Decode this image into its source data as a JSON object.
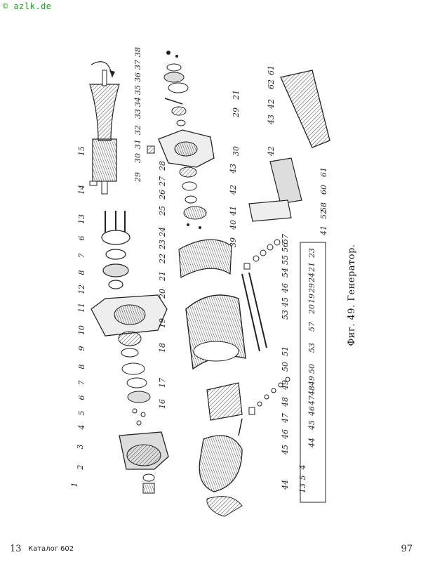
{
  "watermark": "© azlk.de",
  "caption": "Фиг. 49. Генератор.",
  "footer": {
    "page_left": "13",
    "catalog_label": "Каталог",
    "catalog_number": "602",
    "page_right": "97"
  },
  "callouts": [
    {
      "key": "c1",
      "label": "1"
    },
    {
      "key": "c2",
      "label": "2"
    },
    {
      "key": "c3",
      "label": "3"
    },
    {
      "key": "c4",
      "label": "4"
    },
    {
      "key": "c5",
      "label": "5"
    },
    {
      "key": "c6",
      "label": "6"
    },
    {
      "key": "c7",
      "label": "7"
    },
    {
      "key": "c8",
      "label": "8"
    },
    {
      "key": "c9",
      "label": "9"
    },
    {
      "key": "c10",
      "label": "10"
    },
    {
      "key": "c11",
      "label": "11"
    },
    {
      "key": "c12",
      "label": "12"
    },
    {
      "key": "c8b",
      "label": "8"
    },
    {
      "key": "c7b",
      "label": "7"
    },
    {
      "key": "c6b",
      "label": "6"
    },
    {
      "key": "c13",
      "label": "13"
    },
    {
      "key": "c14",
      "label": "14"
    },
    {
      "key": "c15",
      "label": "15"
    },
    {
      "key": "c16",
      "label": "16"
    },
    {
      "key": "c17",
      "label": "17"
    },
    {
      "key": "c18",
      "label": "18"
    },
    {
      "key": "c19",
      "label": "19"
    },
    {
      "key": "c20",
      "label": "20"
    },
    {
      "key": "c21",
      "label": "21"
    },
    {
      "key": "c22",
      "label": "22"
    },
    {
      "key": "c23",
      "label": "23"
    },
    {
      "key": "c24",
      "label": "24"
    },
    {
      "key": "c25",
      "label": "25"
    },
    {
      "key": "c26",
      "label": "26"
    },
    {
      "key": "c27",
      "label": "27"
    },
    {
      "key": "c28",
      "label": "28"
    },
    {
      "key": "c29",
      "label": "29"
    },
    {
      "key": "c30",
      "label": "30"
    },
    {
      "key": "c31",
      "label": "31"
    },
    {
      "key": "c32",
      "label": "32"
    },
    {
      "key": "c33",
      "label": "33"
    },
    {
      "key": "c34",
      "label": "34"
    },
    {
      "key": "c35",
      "label": "35"
    },
    {
      "key": "c36",
      "label": "36"
    },
    {
      "key": "c37",
      "label": "37"
    },
    {
      "key": "c38",
      "label": "38"
    },
    {
      "key": "c21b",
      "label": "21"
    },
    {
      "key": "c29b",
      "label": "29"
    },
    {
      "key": "c30b",
      "label": "30"
    },
    {
      "key": "c39",
      "label": "39"
    },
    {
      "key": "c40",
      "label": "40"
    },
    {
      "key": "c41",
      "label": "41"
    },
    {
      "key": "c42",
      "label": "42"
    },
    {
      "key": "c43",
      "label": "43"
    },
    {
      "key": "c42b",
      "label": "42"
    },
    {
      "key": "c43b",
      "label": "43"
    },
    {
      "key": "c42c",
      "label": "42"
    },
    {
      "key": "c61",
      "label": "61"
    },
    {
      "key": "c62",
      "label": "62"
    },
    {
      "key": "c61b",
      "label": "61"
    },
    {
      "key": "c60",
      "label": "60"
    },
    {
      "key": "c58",
      "label": "58"
    },
    {
      "key": "c52",
      "label": "52"
    },
    {
      "key": "c41b",
      "label": "41"
    },
    {
      "key": "c45",
      "label": "45"
    },
    {
      "key": "c46",
      "label": "46"
    },
    {
      "key": "c53",
      "label": "53"
    },
    {
      "key": "c54",
      "label": "54"
    },
    {
      "key": "c55",
      "label": "55"
    },
    {
      "key": "c56",
      "label": "56"
    },
    {
      "key": "c57",
      "label": "57"
    },
    {
      "key": "c51",
      "label": "51"
    },
    {
      "key": "c50",
      "label": "50"
    },
    {
      "key": "c49",
      "label": "49"
    },
    {
      "key": "c48",
      "label": "48"
    },
    {
      "key": "c47",
      "label": "47"
    },
    {
      "key": "c46b",
      "label": "46"
    },
    {
      "key": "c45b",
      "label": "45"
    },
    {
      "key": "c44",
      "label": "44"
    }
  ],
  "kit_labels": [
    {
      "key": "k13",
      "label": "13"
    },
    {
      "key": "k5",
      "label": "5"
    },
    {
      "key": "k4",
      "label": "4"
    },
    {
      "key": "k44",
      "label": "44"
    },
    {
      "key": "k45",
      "label": "45"
    },
    {
      "key": "k46",
      "label": "46"
    },
    {
      "key": "k47",
      "label": "47"
    },
    {
      "key": "k48",
      "label": "48"
    },
    {
      "key": "k49",
      "label": "49"
    },
    {
      "key": "k50",
      "label": "50"
    },
    {
      "key": "k53",
      "label": "53"
    },
    {
      "key": "k57",
      "label": "57"
    },
    {
      "key": "k20",
      "label": "20"
    },
    {
      "key": "k19",
      "label": "19"
    },
    {
      "key": "k29",
      "label": "29"
    },
    {
      "key": "k24",
      "label": "24"
    },
    {
      "key": "k21",
      "label": "21"
    },
    {
      "key": "k23",
      "label": "23"
    }
  ]
}
